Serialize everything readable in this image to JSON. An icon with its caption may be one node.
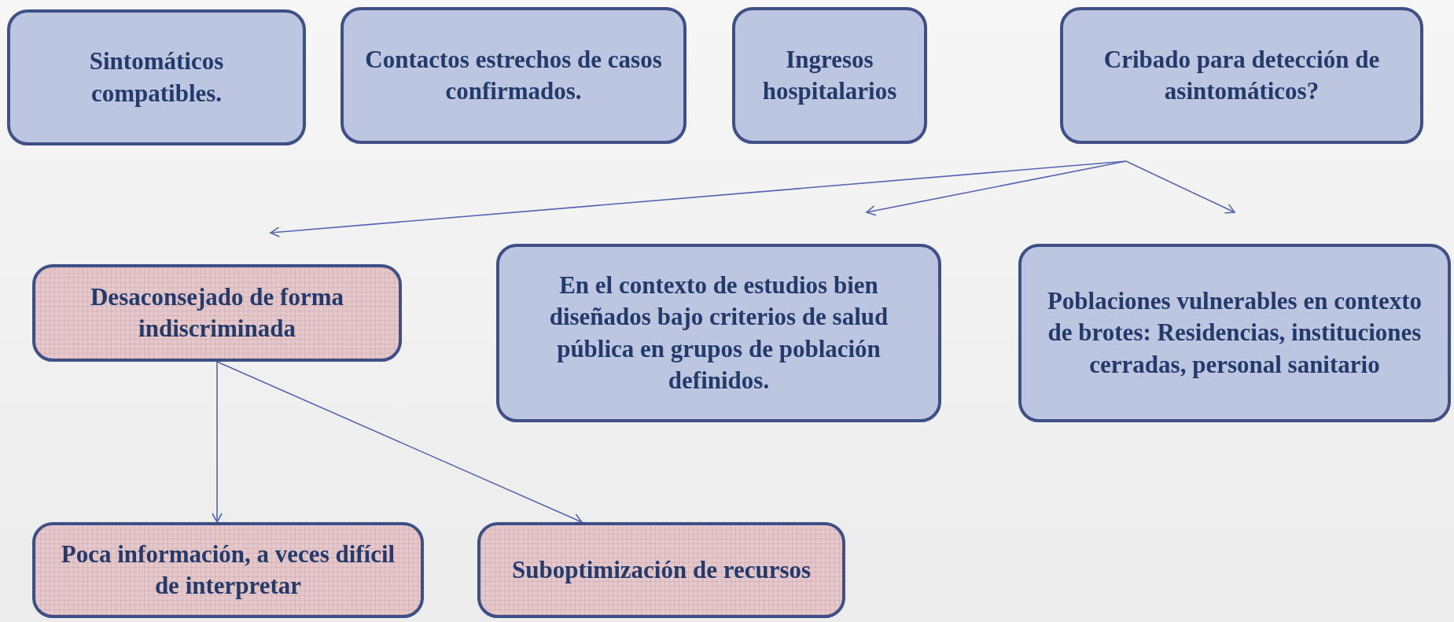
{
  "diagram": {
    "nodes": [
      {
        "text": [
          "Sintomáticos compatibles."
        ]
      },
      {
        "text": [
          "Contactos estrechos de casos confirmados."
        ]
      },
      {
        "text": [
          "Ingresos hospitalarios"
        ]
      },
      {
        "text": [
          "Cribado para detección de asintomáticos?"
        ]
      },
      {
        "text": [
          "Desaconsejado de forma indiscriminada"
        ]
      },
      {
        "text": [
          "En el contexto de estudios bien diseñados bajo criterios de salud pública en grupos de población definidos."
        ]
      },
      {
        "text": [
          "Poblaciones vulnerables en contexto de brotes: Residencias, instituciones cerradas, personal sanitario"
        ]
      },
      {
        "text": [
          "Poca información, a veces difícil de interpretar"
        ]
      },
      {
        "text": [
          "Suboptimización de recursos"
        ]
      }
    ],
    "edges": [
      {
        "from": 3,
        "to": 4,
        "arrow": "to"
      },
      {
        "from": 3,
        "to": 5,
        "arrow": "to"
      },
      {
        "from": 3,
        "to": 6,
        "arrow": "to"
      },
      {
        "from": 4,
        "to": 7,
        "arrow": "to"
      },
      {
        "from": 4,
        "to": 8,
        "arrow": "to"
      }
    ]
  }
}
